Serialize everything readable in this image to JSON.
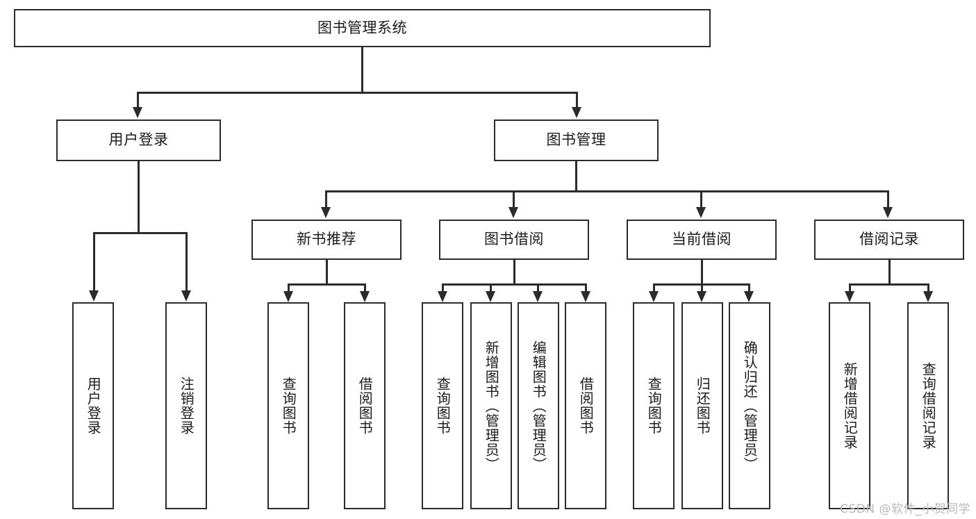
{
  "diagram": {
    "title": "图书管理系统",
    "watermark": "CSDN @软件_小贺同学",
    "root": {
      "label": "图书管理系统"
    },
    "level2": [
      {
        "id": "user-login",
        "label": "用户登录"
      },
      {
        "id": "book-management",
        "label": "图书管理"
      }
    ],
    "level3": [
      {
        "id": "new-book-recommend",
        "label": "新书推荐"
      },
      {
        "id": "book-borrow",
        "label": "图书借阅"
      },
      {
        "id": "current-borrow",
        "label": "当前借阅"
      },
      {
        "id": "borrow-record",
        "label": "借阅记录"
      }
    ],
    "leaves": [
      {
        "id": "leaf-user-login",
        "label": "用户登录",
        "parent": "用户登录"
      },
      {
        "id": "leaf-user-logout",
        "label": "注销登录",
        "parent": "用户登录"
      },
      {
        "id": "leaf-query-book-1",
        "label": "查询图书",
        "parent": "新书推荐"
      },
      {
        "id": "leaf-borrow-book-1",
        "label": "借阅图书",
        "parent": "新书推荐"
      },
      {
        "id": "leaf-query-book-2",
        "label": "查询图书",
        "parent": "图书借阅"
      },
      {
        "id": "leaf-add-book",
        "label": "新增图书（管理员）",
        "parent": "图书借阅"
      },
      {
        "id": "leaf-edit-book",
        "label": "编辑图书（管理员）",
        "parent": "图书借阅"
      },
      {
        "id": "leaf-borrow-book-2",
        "label": "借阅图书",
        "parent": "图书借阅"
      },
      {
        "id": "leaf-query-book-3",
        "label": "查询图书",
        "parent": "当前借阅"
      },
      {
        "id": "leaf-return-book",
        "label": "归还图书",
        "parent": "当前借阅"
      },
      {
        "id": "leaf-confirm-return",
        "label": "确认归还（管理员）",
        "parent": "当前借阅"
      },
      {
        "id": "leaf-add-record",
        "label": "新增借阅记录",
        "parent": "借阅记录"
      },
      {
        "id": "leaf-query-record",
        "label": "查询借阅记录",
        "parent": "借阅记录"
      }
    ],
    "colors": {
      "line": "#2b2b2b",
      "box_border": "#2b2b2b",
      "box_fill": "#ffffff",
      "text": "#1b1b1b",
      "watermark": "#b9b9b9"
    }
  }
}
